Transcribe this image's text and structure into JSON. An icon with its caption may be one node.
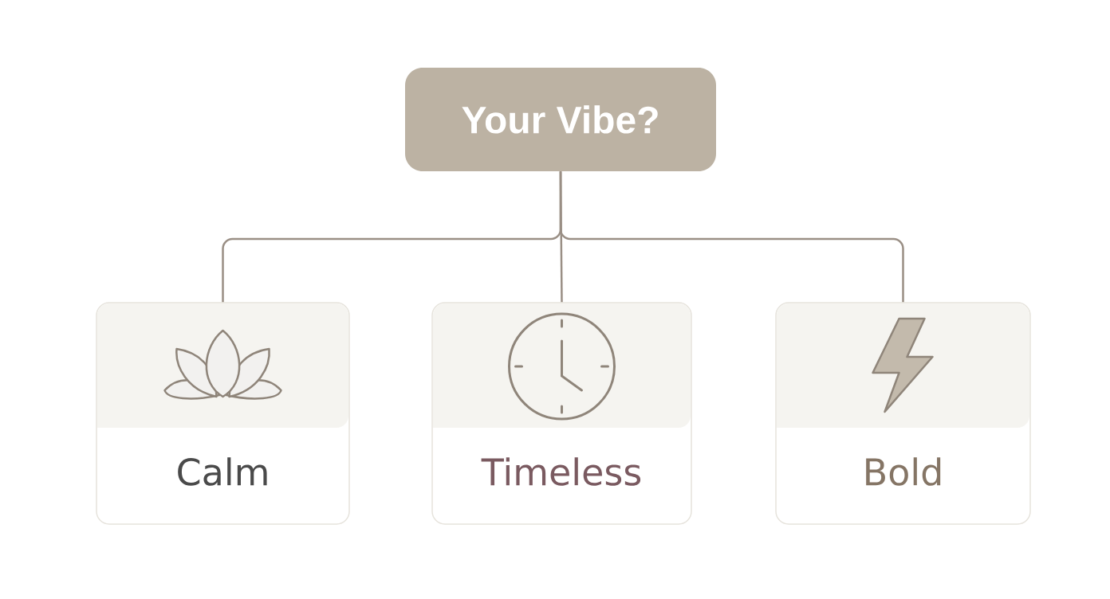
{
  "diagram": {
    "nodes": [
      {
        "text": [
          "Your Vibe?"
        ]
      },
      {
        "text": [
          "Calm"
        ]
      },
      {
        "text": [
          "Timeless"
        ]
      },
      {
        "text": [
          "Bold"
        ]
      }
    ],
    "edges": [
      {
        "from": 0,
        "to": 1,
        "arrow": "none"
      },
      {
        "from": 0,
        "to": 2,
        "arrow": "none"
      },
      {
        "from": 0,
        "to": 3,
        "arrow": "none"
      }
    ]
  }
}
